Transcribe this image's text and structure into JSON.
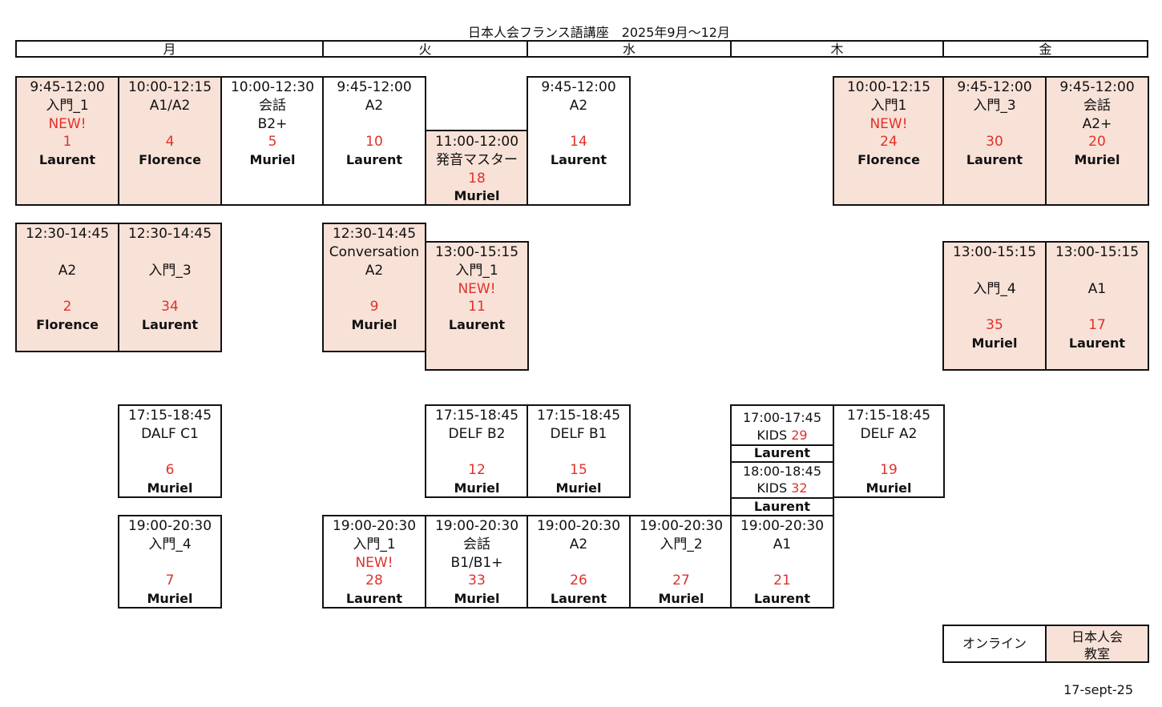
{
  "title": "日本人会フランス語講座　2025年9月〜12月",
  "days": [
    "月",
    "火",
    "水",
    "木",
    "金"
  ],
  "colors": {
    "in_person": "#f8e1d7",
    "online": "#ffffff",
    "number": "#e0312a"
  },
  "classes": [
    {
      "time": "9:45-12:00",
      "name": "入門_1",
      "badge": "NEW!",
      "num": "1",
      "teacher": "Laurent"
    },
    {
      "time": "10:00-12:15",
      "name": "A1/A2",
      "num": "4",
      "teacher": "Florence"
    },
    {
      "time": "10:00-12:30",
      "name": "会話",
      "name2": "B2+",
      "num": "5",
      "teacher": "Muriel"
    },
    {
      "time": "9:45-12:00",
      "name": "A2",
      "num": "10",
      "teacher": "Laurent"
    },
    {
      "time": "11:00-12:00",
      "name": "発音マスター",
      "num": "18",
      "teacher": "Muriel"
    },
    {
      "time": "9:45-12:00",
      "name": "A2",
      "num": "14",
      "teacher": "Laurent"
    },
    {
      "time": "10:00-12:15",
      "name": "入門1",
      "badge": "NEW!",
      "num": "24",
      "teacher": "Florence"
    },
    {
      "time": "9:45-12:00",
      "name": "入門_3",
      "num": "30",
      "teacher": "Laurent"
    },
    {
      "time": "9:45-12:00",
      "name": "会話",
      "name2": "A2+",
      "num": "20",
      "teacher": "Muriel"
    },
    {
      "time": "12:30-14:45",
      "name": "A2",
      "num": "2",
      "teacher": "Florence"
    },
    {
      "time": "12:30-14:45",
      "name": "入門_3",
      "num": "34",
      "teacher": "Laurent"
    },
    {
      "time": "12:30-14:45",
      "name": "Conversation",
      "name2": "A2",
      "num": "9",
      "teacher": "Muriel"
    },
    {
      "time": "13:00-15:15",
      "name": "入門_1",
      "badge": "NEW!",
      "num": "11",
      "teacher": "Laurent"
    },
    {
      "time": "13:00-15:15",
      "name": "入門_4",
      "num": "35",
      "teacher": "Muriel"
    },
    {
      "time": "13:00-15:15",
      "name": "A1",
      "num": "17",
      "teacher": "Laurent"
    },
    {
      "time": "17:15-18:45",
      "name": "DALF C1",
      "num": "6",
      "teacher": "Muriel"
    },
    {
      "time": "17:15-18:45",
      "name": "DELF B2",
      "num": "12",
      "teacher": "Muriel"
    },
    {
      "time": "17:15-18:45",
      "name": "DELF B1",
      "num": "15",
      "teacher": "Muriel"
    },
    {
      "time": "17:15-18:45",
      "name": "DELF A2",
      "num": "19",
      "teacher": "Muriel"
    },
    {
      "time": "19:00-20:30",
      "name": "入門_4",
      "num": "7",
      "teacher": "Muriel"
    },
    {
      "time": "19:00-20:30",
      "name": "入門_1",
      "badge": "NEW!",
      "num": "28",
      "teacher": "Laurent"
    },
    {
      "time": "19:00-20:30",
      "name": "会話",
      "name2": "B1/B1+",
      "num": "33",
      "teacher": "Muriel"
    },
    {
      "time": "19:00-20:30",
      "name": "A2",
      "num": "26",
      "teacher": "Laurent"
    },
    {
      "time": "19:00-20:30",
      "name": "入門_2",
      "num": "27",
      "teacher": "Muriel"
    },
    {
      "time": "19:00-20:30",
      "name": "A1",
      "num": "21",
      "teacher": "Laurent"
    }
  ],
  "kids": [
    {
      "time": "17:00-17:45",
      "name": "KIDS",
      "num": "29",
      "teacher": "Laurent"
    },
    {
      "time": "18:00-18:45",
      "name": "KIDS",
      "num": "32",
      "teacher": "Laurent"
    }
  ],
  "legend": {
    "online": "オンライン",
    "classroom_line1": "日本人会",
    "classroom_line2": "教室"
  },
  "date": "17-sept-25"
}
